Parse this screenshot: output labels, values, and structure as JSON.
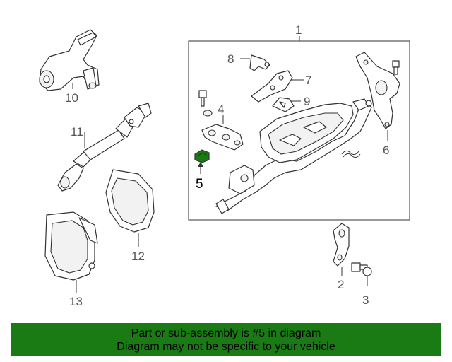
{
  "diagram": {
    "callouts": {
      "c1": "1",
      "c2": "2",
      "c3": "3",
      "c4": "4",
      "c5": "5",
      "c6": "6",
      "c7": "7",
      "c8": "8",
      "c9": "9",
      "c10": "10",
      "c11": "11",
      "c12": "12",
      "c13": "13"
    },
    "highlighted_part": "5",
    "colors": {
      "highlight": "#1a7a14",
      "banner": "#1a7a14",
      "line": "#333333"
    }
  },
  "banner": {
    "line1": "Part or sub-assembly is #5 in diagram",
    "line2": "Diagram may not be specific to your vehicle"
  }
}
